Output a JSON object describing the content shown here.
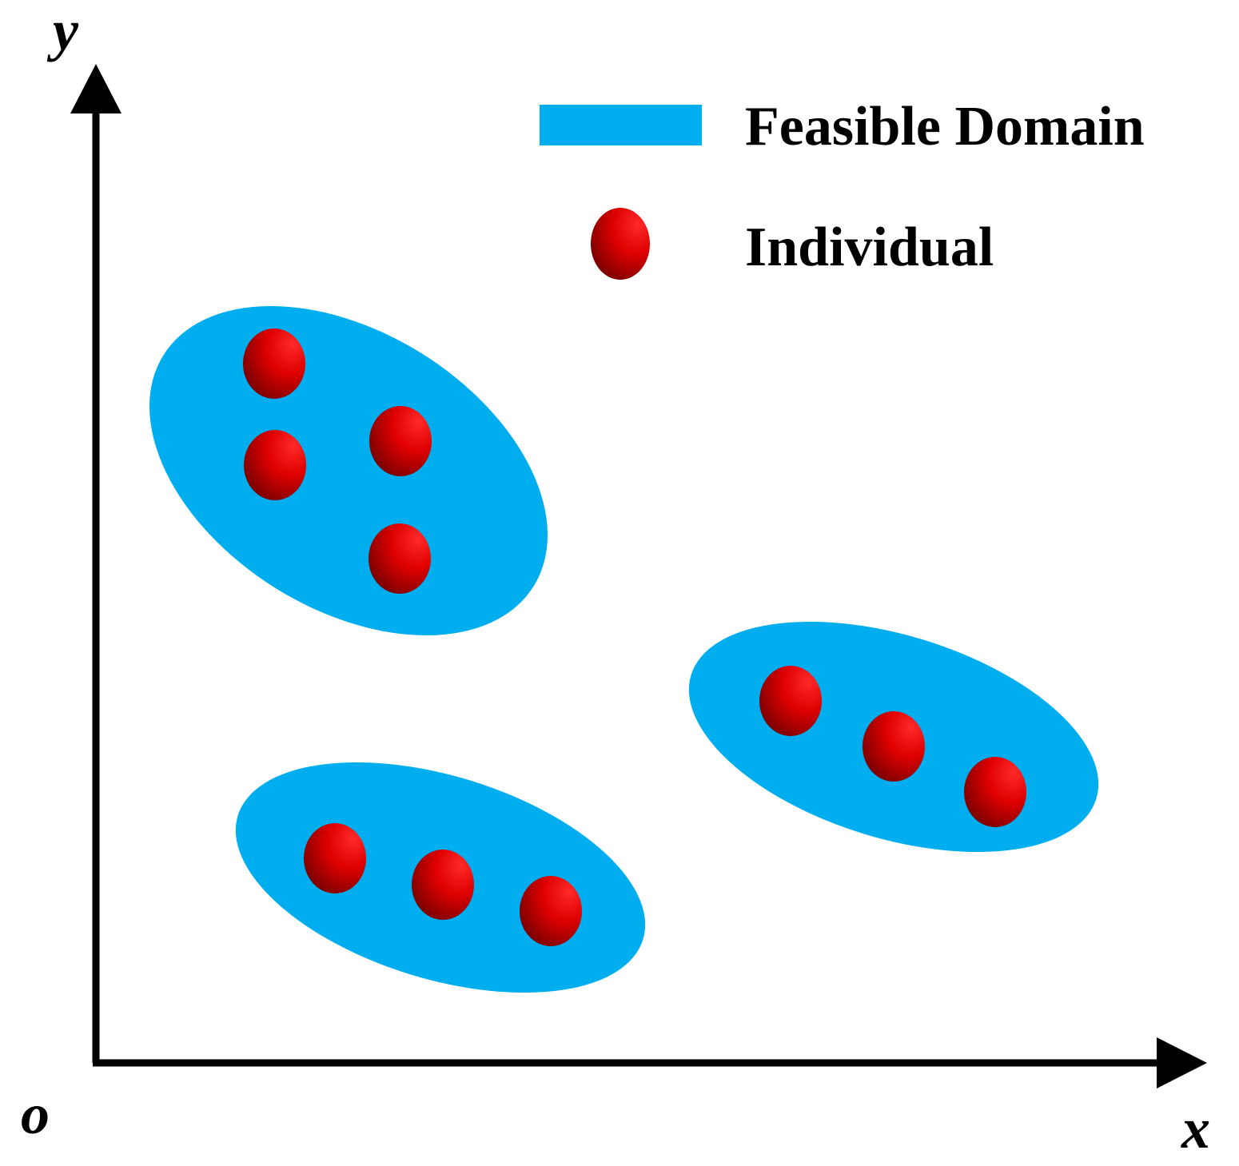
{
  "axes": {
    "x_label": "x",
    "y_label": "y",
    "origin_label": "o"
  },
  "legend": {
    "domain_label": "Feasible Domain",
    "individual_label": "Individual"
  },
  "colors": {
    "domain": "#00AEEF",
    "individual_highlight": "#ff1a1a",
    "individual_shadow": "#6e0000",
    "axis": "#000000"
  },
  "groups": [
    {
      "name": "domain-upper-left",
      "individuals": 4
    },
    {
      "name": "domain-right",
      "individuals": 3
    },
    {
      "name": "domain-bottom",
      "individuals": 3
    }
  ]
}
